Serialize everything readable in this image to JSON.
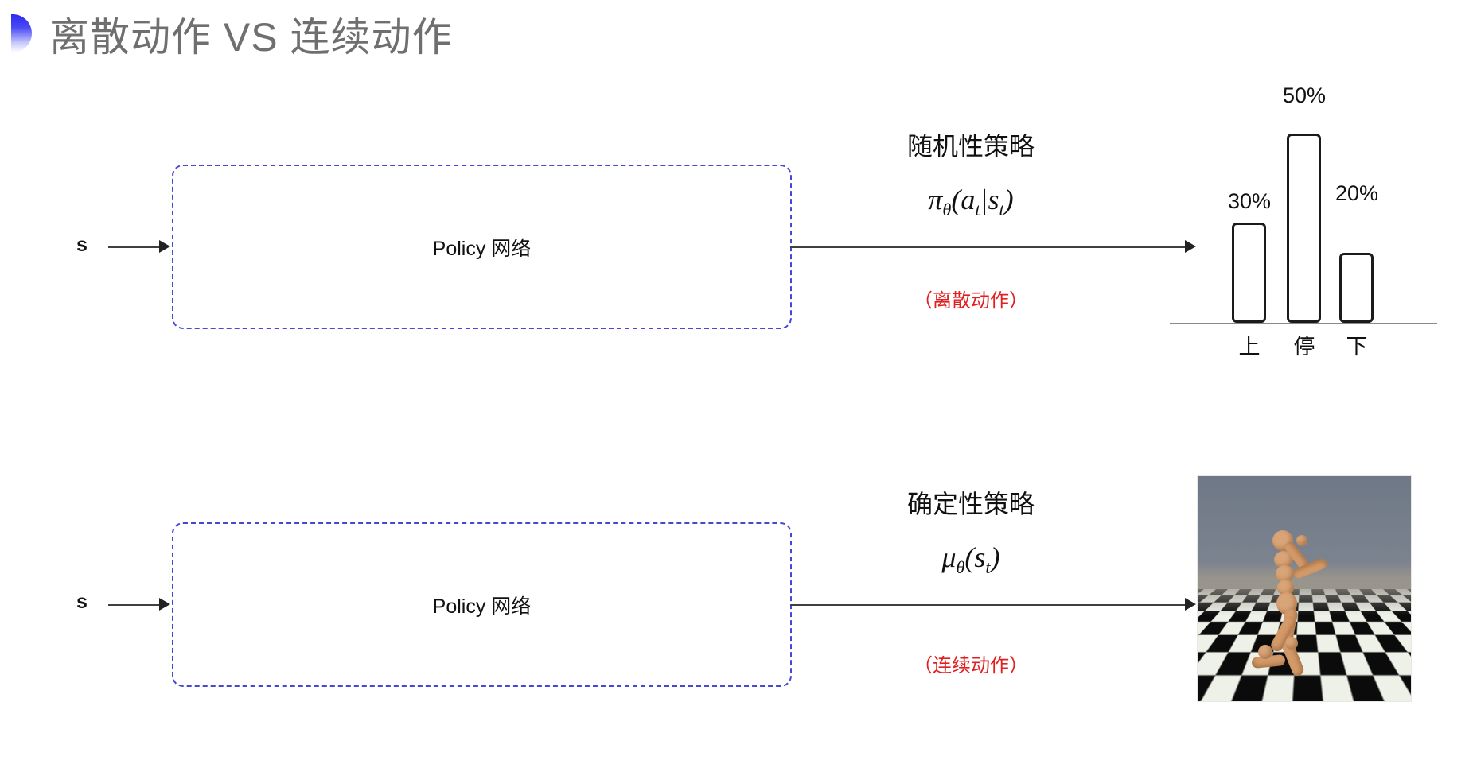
{
  "slide": {
    "title": "离散动作 VS 连续动作",
    "bullet_color": "#2b2bf0",
    "background": "#ffffff"
  },
  "rows": [
    {
      "id": "discrete",
      "input_label": "s",
      "box_label": "Policy 网络",
      "box_border_color": "#4646d8",
      "annotation_title": "随机性策略",
      "annotation_formula": "π",
      "annotation_formula_sub": "θ",
      "annotation_formula_rest": "(a",
      "annotation_formula_sub2": "t",
      "annotation_formula_mid": "|s",
      "annotation_formula_sub3": "t",
      "annotation_formula_end": ")",
      "note": "（离散动作）",
      "note_color": "#e02020"
    },
    {
      "id": "continuous",
      "input_label": "s",
      "box_label": "Policy 网络",
      "box_border_color": "#4646d8",
      "annotation_title": "确定性策略",
      "annotation_formula": "μ",
      "annotation_formula_sub": "θ",
      "annotation_formula_rest": "(s",
      "annotation_formula_sub2": "t",
      "annotation_formula_end": ")",
      "note": "（连续动作）",
      "note_color": "#e02020"
    }
  ],
  "chart_data": {
    "type": "bar",
    "title": "",
    "categories": [
      "上",
      "停",
      "下"
    ],
    "values": [
      30,
      50,
      20
    ],
    "value_labels": [
      "30%",
      "50%",
      "20%"
    ],
    "xlabel": "",
    "ylabel": "",
    "ylim": [
      0,
      60
    ],
    "grid": false,
    "legend": "none",
    "bar_fill": "#ffffff",
    "bar_stroke": "#1b1b1b",
    "axis_color": "#8a8a8a"
  },
  "sim_image": {
    "caption": "",
    "sky_color": "#6f7886",
    "floor_colors": [
      "#eef1e8",
      "#0b0b0b"
    ],
    "figure_color": "#d49a6a",
    "description": "humanoid"
  }
}
